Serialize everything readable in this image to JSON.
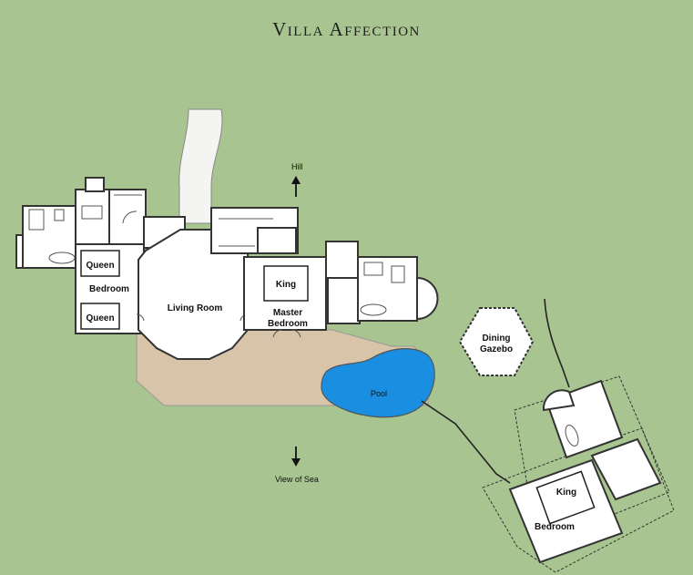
{
  "title": "Villa Affection",
  "colors": {
    "background": "#a8c490",
    "interior": "#ffffff",
    "terrace": "#d8c4a8",
    "pool": "#1a8ee0",
    "wall": "#333333",
    "path": "#f4f4f2"
  },
  "labels": {
    "hill": "Hill",
    "view_of_sea": "View of Sea",
    "queen_top": "Queen",
    "queen_bottom": "Queen",
    "bedroom_left": "Bedroom",
    "living_room": "Living Room",
    "king_master": "King",
    "master_line1": "Master",
    "master_line2": "Bedroom",
    "pool": "Pool",
    "dining_line1": "Dining",
    "dining_line2": "Gazebo",
    "king_guest": "King",
    "bedroom_guest": "Bedroom"
  }
}
